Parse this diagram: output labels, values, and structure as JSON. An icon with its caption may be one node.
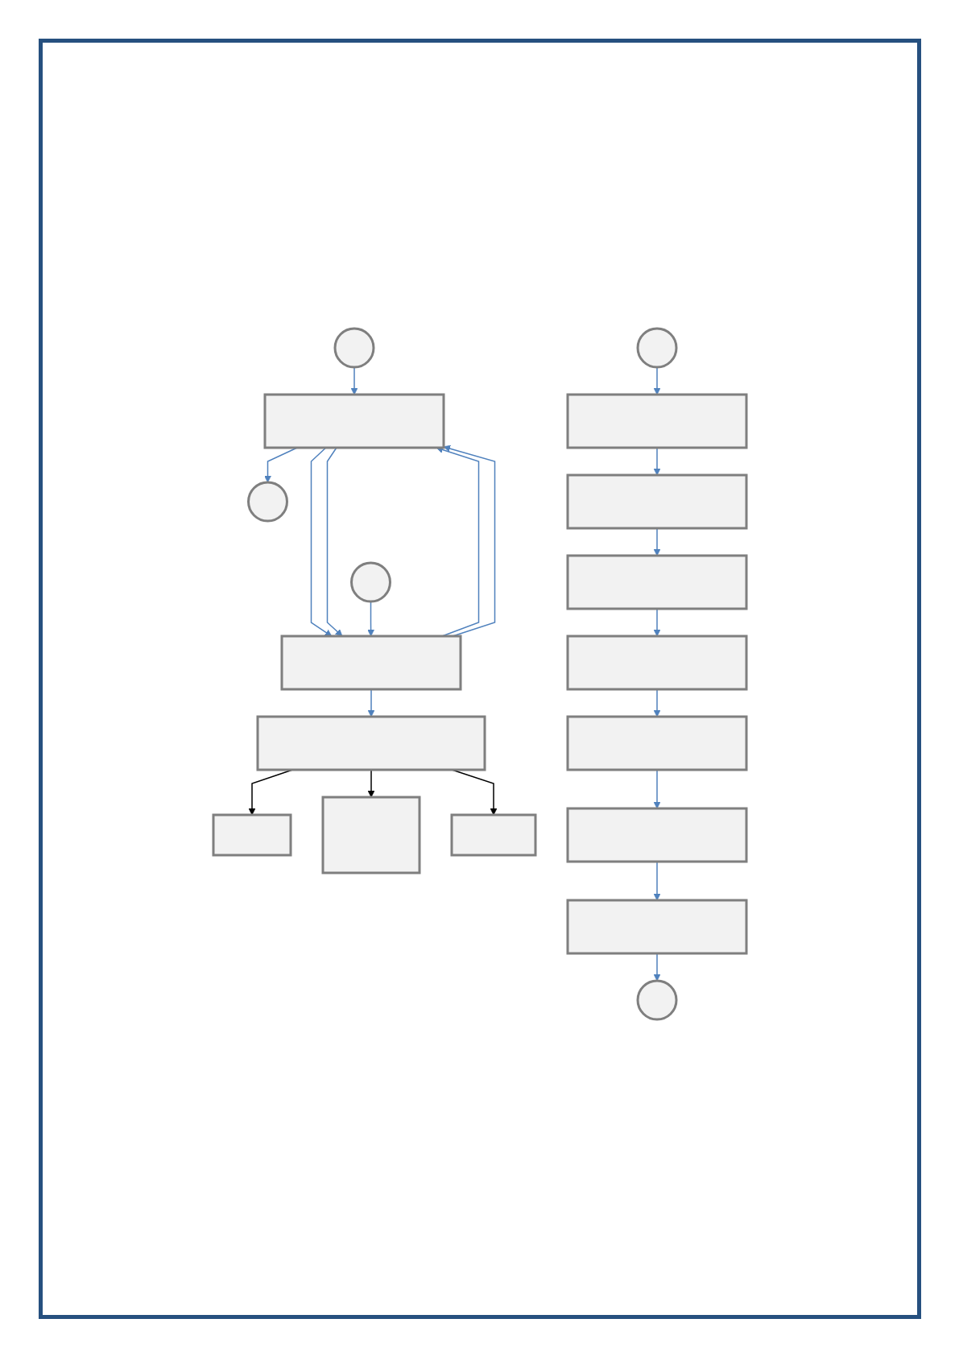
{
  "diagram": {
    "nodes": [
      {
        "text": [],
        "shape": "circle"
      },
      {
        "text": [],
        "shape": "box"
      },
      {
        "text": [],
        "shape": "circle"
      },
      {
        "text": [],
        "shape": "circle"
      },
      {
        "text": [],
        "shape": "box"
      },
      {
        "text": [],
        "shape": "box"
      },
      {
        "text": [],
        "shape": "box"
      },
      {
        "text": [],
        "shape": "box"
      },
      {
        "text": [],
        "shape": "box"
      },
      {
        "text": [],
        "shape": "circle"
      },
      {
        "text": [],
        "shape": "box"
      },
      {
        "text": [],
        "shape": "box"
      },
      {
        "text": [],
        "shape": "box"
      },
      {
        "text": [],
        "shape": "box"
      },
      {
        "text": [],
        "shape": "box"
      },
      {
        "text": [],
        "shape": "box"
      },
      {
        "text": [],
        "shape": "box"
      },
      {
        "text": [],
        "shape": "circle"
      }
    ],
    "edges": [
      {
        "from": 0,
        "to": 1,
        "arrow": "to"
      },
      {
        "from": 1,
        "to": 2,
        "arrow": "to"
      },
      {
        "from": 4,
        "to": 1,
        "arrow": "to"
      },
      {
        "from": 1,
        "to": 4,
        "arrow": "to"
      },
      {
        "from": 4,
        "to": 1,
        "arrow": "to"
      },
      {
        "from": 1,
        "to": 4,
        "arrow": "to"
      },
      {
        "from": 3,
        "to": 4,
        "arrow": "to"
      },
      {
        "from": 4,
        "to": 5,
        "arrow": "to"
      },
      {
        "from": 5,
        "to": 6,
        "arrow": "to",
        "color": "#000000"
      },
      {
        "from": 5,
        "to": 7,
        "arrow": "to",
        "color": "#000000"
      },
      {
        "from": 5,
        "to": 8,
        "arrow": "to",
        "color": "#000000"
      },
      {
        "from": 9,
        "to": 10,
        "arrow": "to"
      },
      {
        "from": 10,
        "to": 11,
        "arrow": "to"
      },
      {
        "from": 11,
        "to": 12,
        "arrow": "to"
      },
      {
        "from": 12,
        "to": 13,
        "arrow": "to"
      },
      {
        "from": 13,
        "to": 14,
        "arrow": "to"
      },
      {
        "from": 14,
        "to": 15,
        "arrow": "to"
      },
      {
        "from": 15,
        "to": 16,
        "arrow": "to"
      },
      {
        "from": 16,
        "to": 17,
        "arrow": "to"
      }
    ]
  }
}
